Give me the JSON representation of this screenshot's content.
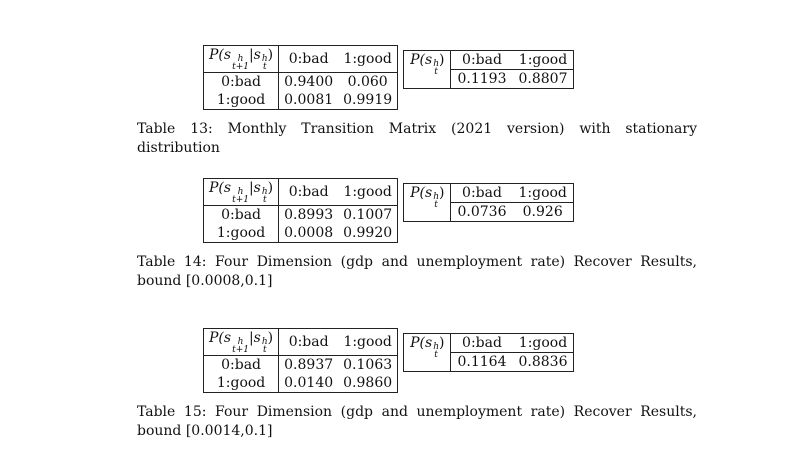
{
  "header_labels": {
    "transition_prefix": "P(s",
    "h": "h",
    "t1": "t+1",
    "t": "t",
    "mid": "|s",
    "close": ")",
    "stationary_prefix": "P(s"
  },
  "tables": [
    {
      "columns": [
        "0:bad",
        "1:good"
      ],
      "rows": [
        {
          "label": "0:bad",
          "values": [
            "0.9400",
            "0.060"
          ]
        },
        {
          "label": "1:good",
          "values": [
            "0.0081",
            "0.9919"
          ]
        }
      ],
      "stationary": {
        "columns": [
          "0:bad",
          "1:good"
        ],
        "values": [
          "0.1193",
          "0.8807"
        ]
      },
      "caption": "Table 13: Monthly Transition Matrix (2021 version) with stationary distribution"
    },
    {
      "columns": [
        "0:bad",
        "1:good"
      ],
      "rows": [
        {
          "label": "0:bad",
          "values": [
            "0.8993",
            "0.1007"
          ]
        },
        {
          "label": "1:good",
          "values": [
            "0.0008",
            "0.9920"
          ]
        }
      ],
      "stationary": {
        "columns": [
          "0:bad",
          "1:good"
        ],
        "values": [
          "0.0736",
          "0.926"
        ]
      },
      "caption": "Table 14: Four Dimension (gdp and unemployment rate) Recover Results, bound [0.0008,0.1]"
    },
    {
      "columns": [
        "0:bad",
        "1:good"
      ],
      "rows": [
        {
          "label": "0:bad",
          "values": [
            "0.8937",
            "0.1063"
          ]
        },
        {
          "label": "1:good",
          "values": [
            "0.0140",
            "0.9860"
          ]
        }
      ],
      "stationary": {
        "columns": [
          "0:bad",
          "1:good"
        ],
        "values": [
          "0.1164",
          "0.8836"
        ]
      },
      "caption": "Table 15: Four Dimension (gdp and unemployment rate) Recover Results, bound [0.0014,0.1]"
    }
  ]
}
